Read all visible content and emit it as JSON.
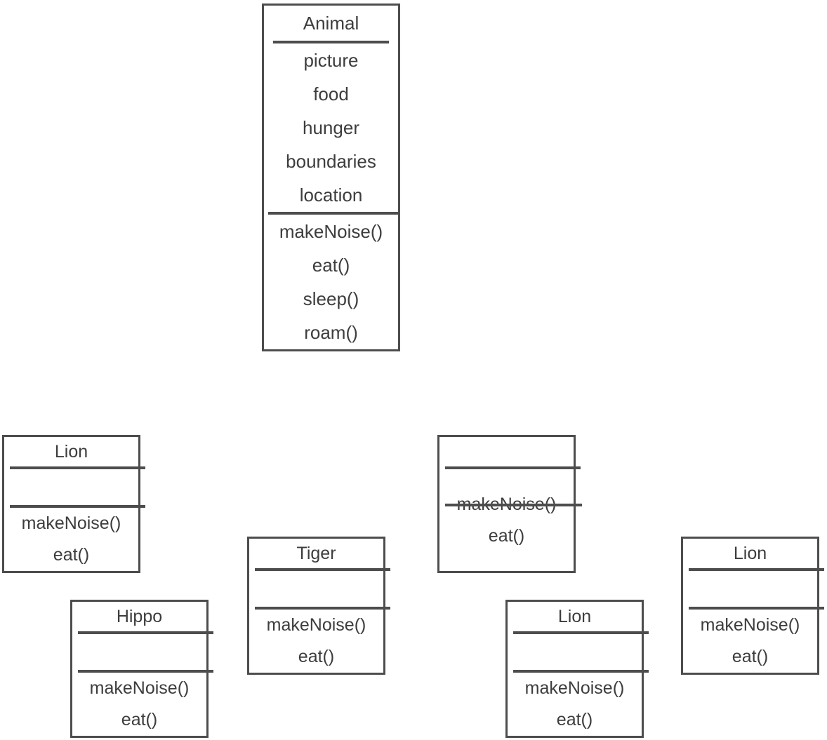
{
  "diagram": {
    "type": "uml-class-diagram",
    "colors": {
      "border": "#4d4d4d",
      "text": "#3d3d3d",
      "background": "#ffffff"
    },
    "classes": [
      {
        "title": "Animal",
        "attributes": [
          "picture",
          "food",
          "hunger",
          "boundaries",
          "location"
        ],
        "methods": [
          "makeNoise()",
          "eat()",
          "sleep()",
          "roam()"
        ]
      },
      {
        "title": "Lion",
        "attributes": [],
        "methods": [
          "makeNoise()",
          "eat()"
        ]
      },
      {
        "title": "Hippo",
        "attributes": [],
        "methods": [
          "makeNoise()",
          "eat()"
        ]
      },
      {
        "title": "Tiger",
        "attributes": [],
        "methods": [
          "makeNoise()",
          "eat()"
        ]
      },
      {
        "title": "",
        "attributes": [],
        "methods": [
          "makeNoise()",
          "eat()"
        ],
        "struck_method": "makeNoise()"
      },
      {
        "title": "Lion",
        "attributes": [],
        "methods": [
          "makeNoise()",
          "eat()"
        ]
      },
      {
        "title": "Lion",
        "attributes": [],
        "methods": [
          "makeNoise()",
          "eat()"
        ]
      }
    ]
  }
}
